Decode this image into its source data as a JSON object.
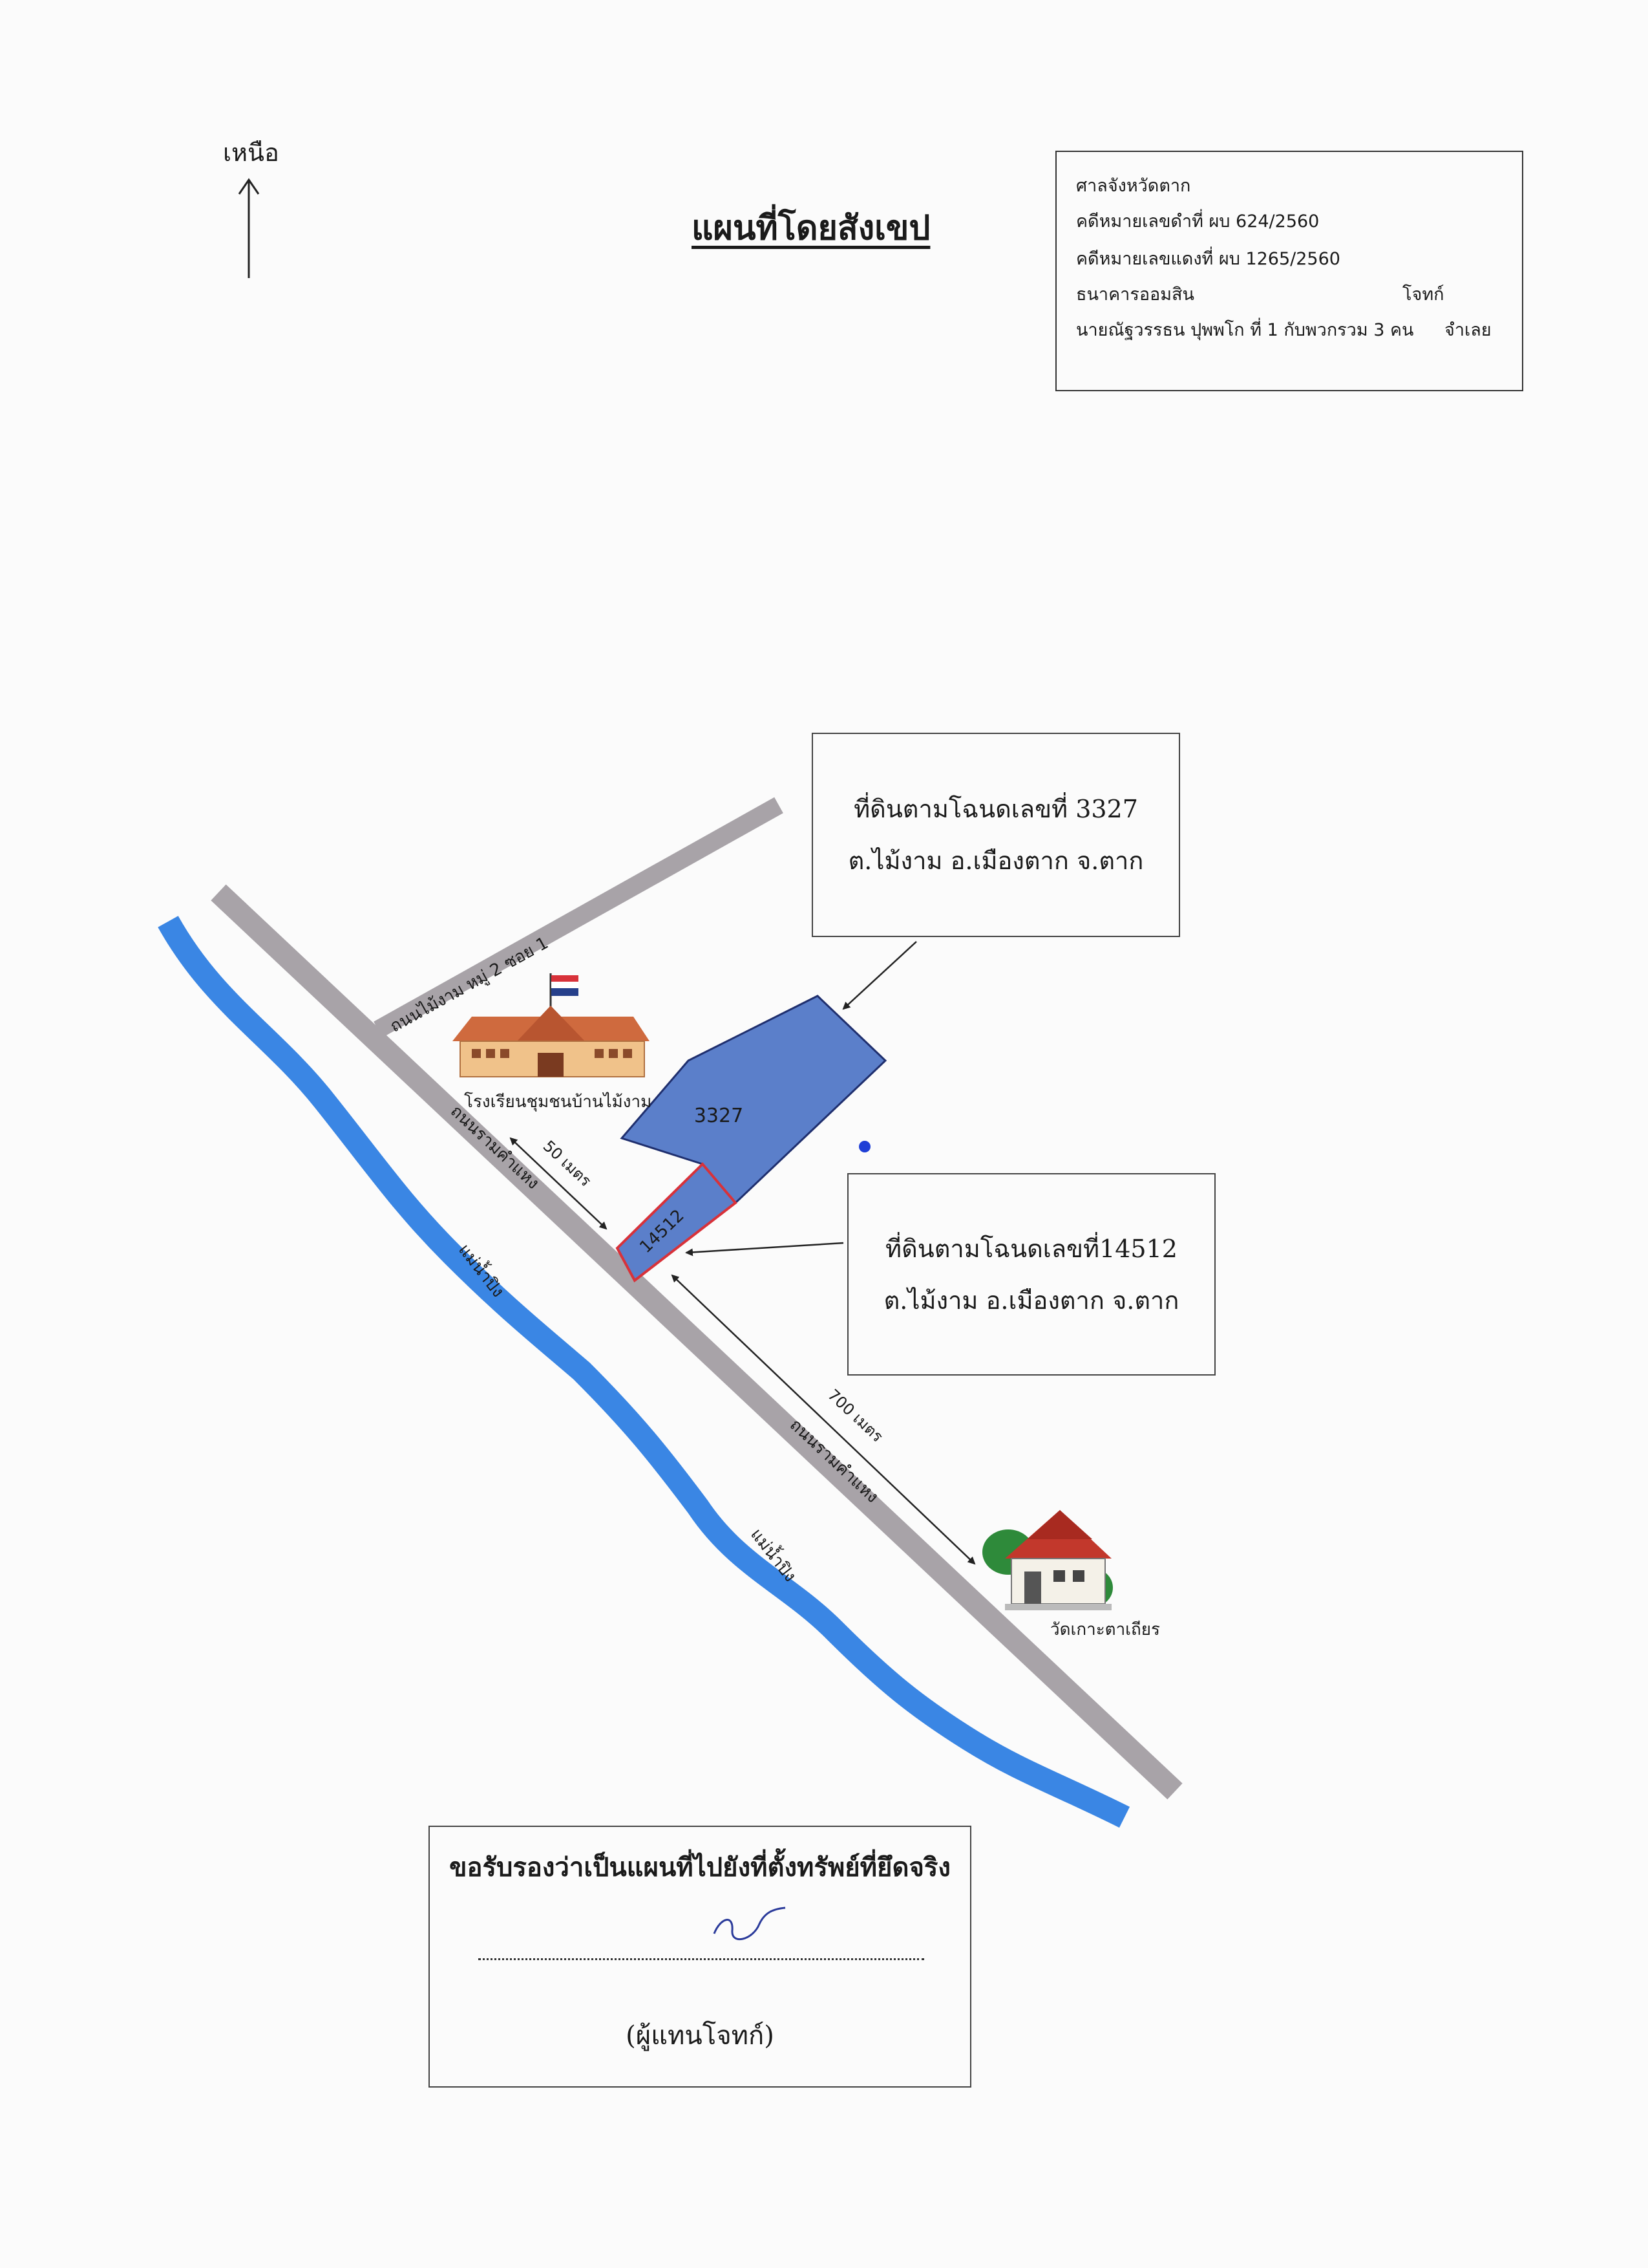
{
  "header": {
    "north_label": "เหนือ",
    "title": "แผนที่โดยสังเขป"
  },
  "case_info": {
    "court": "ศาลจังหวัดตาก",
    "black_case": "คดีหมายเลขดำที่ ผบ 624/2560",
    "red_case": "คดีหมายเลขแดงที่ ผบ 1265/2560",
    "plaintiff_name": "ธนาคารออมสิน",
    "plaintiff_role": "โจทก์",
    "defendant_name": "นายณัฐวรรธน ปุพพโก ที่ 1 กับพวกรวม 3 คน",
    "defendant_role": "จำเลย"
  },
  "map": {
    "parcel_large_label": "3327",
    "parcel_small_label": "14512",
    "road_branch_label": "ถนนไม้งาม หมู่ 2 ซอย 1",
    "road_main_label_1": "ถนนรามคำแหง",
    "road_main_label_2": "ถนนรามคำแหง",
    "river_label_1": "แม่น้ำปิง",
    "river_label_2": "แม่น้ำปิง",
    "school_label": "โรงเรียนชุมชนบ้านไม้งาม",
    "temple_label": "วัดเกาะตาเถียร",
    "distance_school": "50 เมตร",
    "distance_temple": "700 เมตร",
    "callout_3327": {
      "line1": "ที่ดินตามโฉนดเลขที่ 3327",
      "line2": "ต.ไม้งาม อ.เมืองตาก จ.ตาก"
    },
    "callout_14512": {
      "line1": "ที่ดินตามโฉนดเลขที่14512",
      "line2": "ต.ไม้งาม อ.เมืองตาก จ.ตาก"
    },
    "colors": {
      "road": "#a8a3a8",
      "river": "#3a86e4",
      "parcel_fill": "#5b7fca",
      "parcel_stroke": "#1f2f6e",
      "parcel_small_stroke": "#d8323a"
    }
  },
  "certification": {
    "text": "ขอรับรองว่าเป็นแผนที่ไปยังที่ตั้งทรัพย์ที่ยึดจริง",
    "role": "(ผู้แทนโจทก์)"
  }
}
